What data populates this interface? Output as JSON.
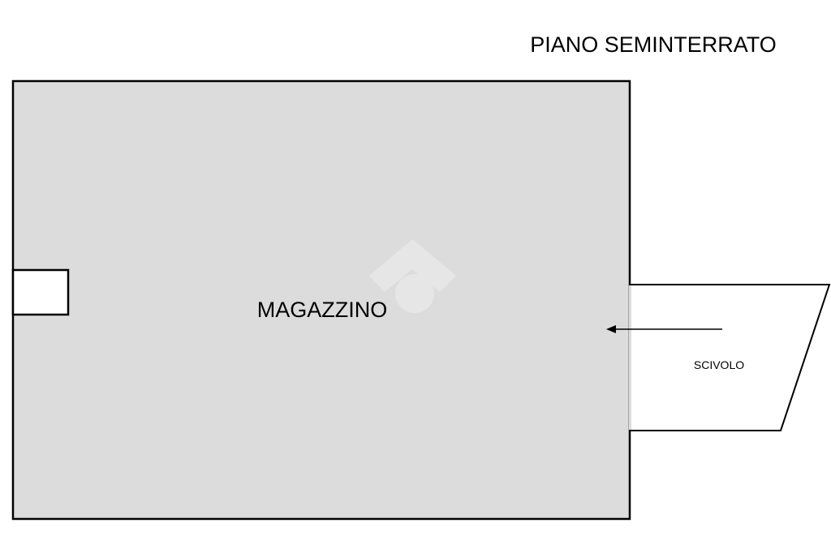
{
  "floor_title": "PIANO SEMINTERRATO",
  "rooms": [
    {
      "id": "magazzino",
      "label": "MAGAZZINO"
    },
    {
      "id": "scivolo",
      "label": "SCIVOLO"
    }
  ],
  "colors": {
    "floor_fill": "#dcdcdc",
    "wall": "#000000",
    "background": "#ffffff",
    "watermark": "#f2f2f2"
  },
  "icons": {
    "direction_arrow": "arrow-left-icon",
    "watermark": "house-logo-icon"
  }
}
